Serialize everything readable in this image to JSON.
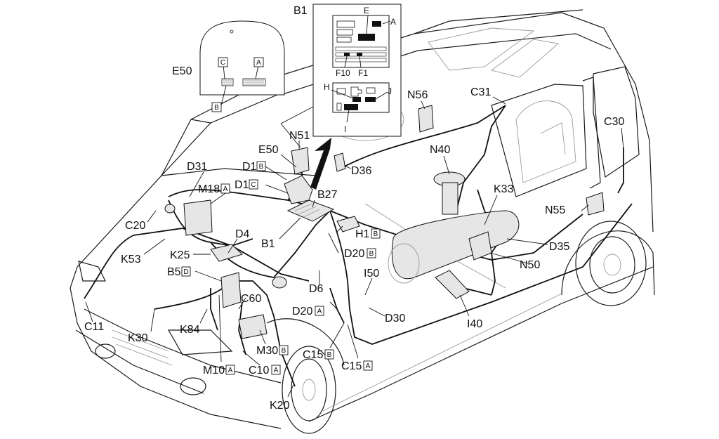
{
  "diagram": {
    "labels": {
      "B1_inset": "B1",
      "E50_inset": "E50",
      "E": "E",
      "A_top": "A",
      "F10": "F10",
      "F1": "F1",
      "H": "H",
      "J": "J",
      "I": "I",
      "C_box": "C",
      "A_box": "A",
      "B_box": "B",
      "N51": "N51",
      "E50": "E50",
      "D31": "D31",
      "D1": "D1",
      "D1b": "D1",
      "D1_tag_b": "B",
      "D1_tag_c": "C",
      "M18": "M18",
      "M18_tag": "A",
      "B27": "B27",
      "D36": "D36",
      "N56": "N56",
      "C31": "C31",
      "C30": "C30",
      "N40": "N40",
      "K33": "K33",
      "N55": "N55",
      "C20": "C20",
      "D4": "D4",
      "K53": "K53",
      "K25": "K25",
      "B1": "B1",
      "H1": "H1",
      "H1_tag": "B",
      "D20": "D20",
      "D20_tag": "B",
      "D20b": "D20",
      "D20b_tag": "A",
      "D35": "D35",
      "N50": "N50",
      "B5": "B5",
      "B5_tag": "D",
      "I50": "I50",
      "D6": "D6",
      "C60": "C60",
      "D30": "D30",
      "I40": "I40",
      "C11": "C11",
      "K30": "K30",
      "K84": "K84",
      "M30": "M30",
      "M30_tag": "B",
      "C15": "C15",
      "C15_tag": "B",
      "C15b": "C15",
      "C15b_tag": "A",
      "M10": "M10",
      "M10_tag": "A",
      "C10": "C10",
      "C10_tag": "A",
      "K20": "K20"
    }
  }
}
